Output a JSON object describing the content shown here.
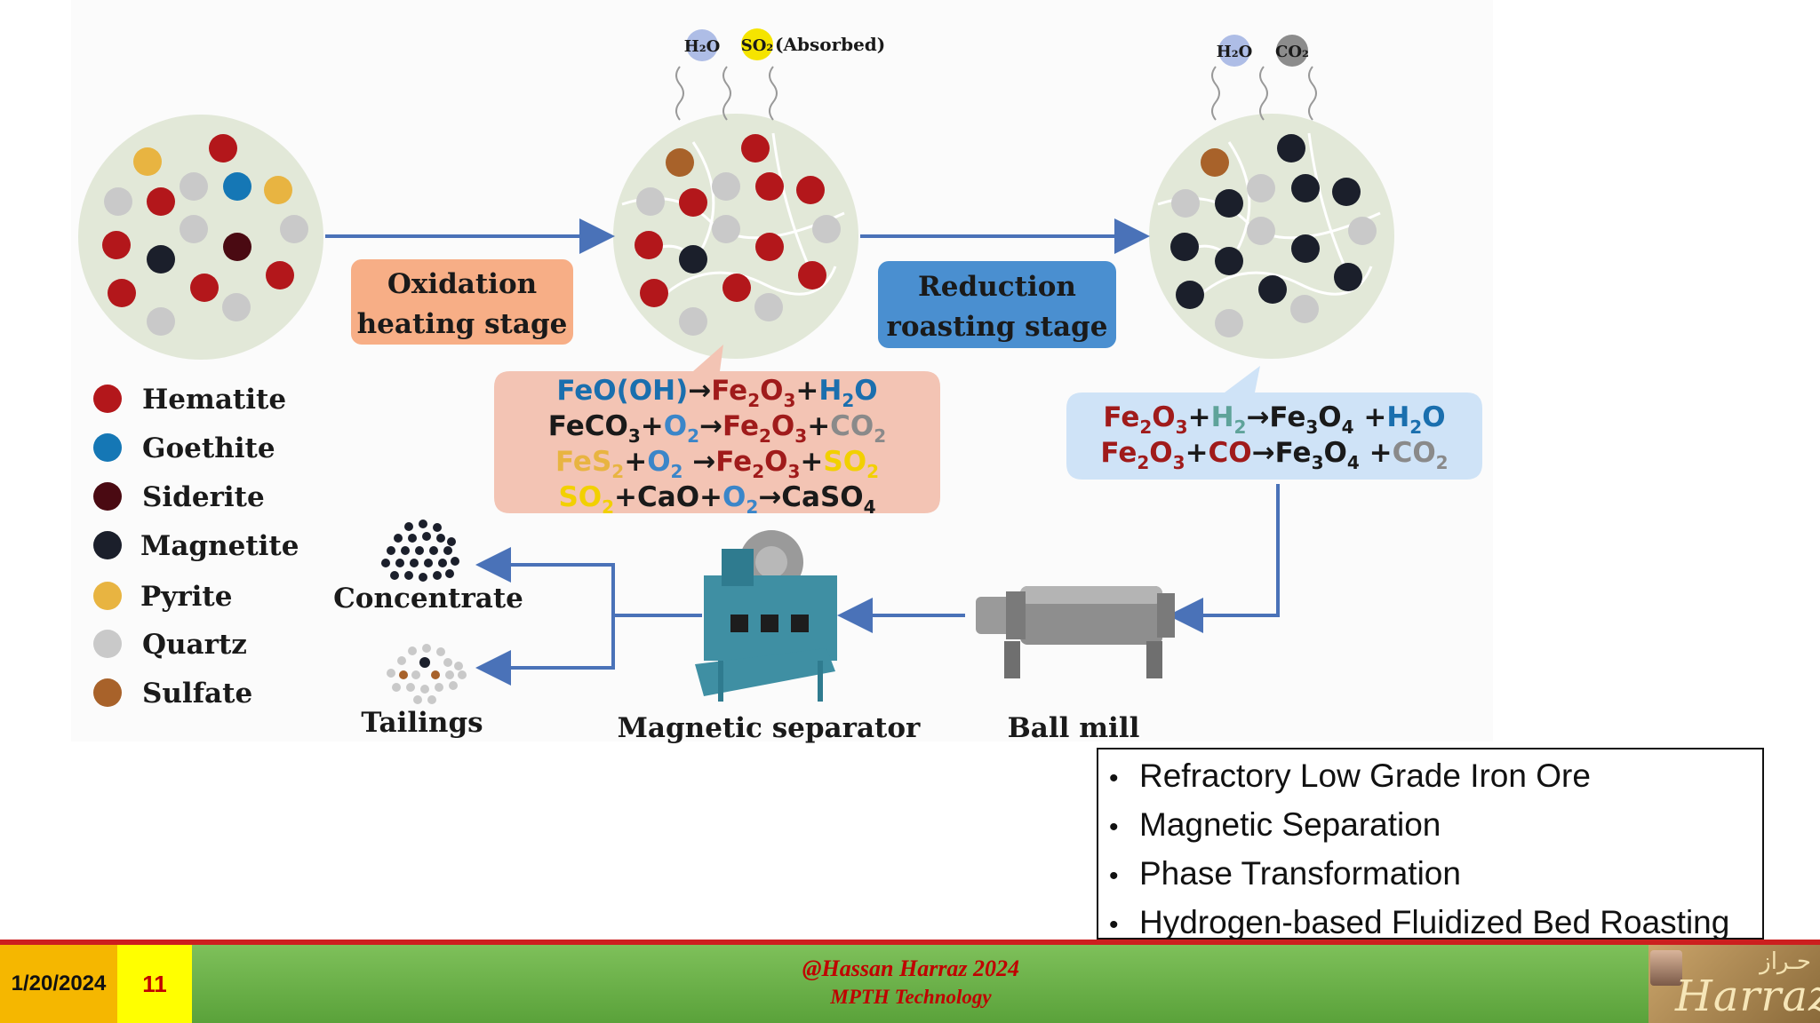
{
  "diagram": {
    "stages": {
      "oxidation": {
        "line1": "Oxidation",
        "line2": "heating stage"
      },
      "reduction": {
        "line1": "Reduction",
        "line2": "roasting stage"
      }
    },
    "gases_stage1": {
      "h2o": "H₂O",
      "so2": "SO₂",
      "absorbed": "(Absorbed)"
    },
    "gases_stage2": {
      "h2o": "H₂O",
      "co2": "CO₂"
    },
    "legend": [
      {
        "name": "Hematite",
        "color": "#b3171b"
      },
      {
        "name": "Goethite",
        "color": "#1577b5"
      },
      {
        "name": "Siderite",
        "color": "#4a0a12"
      },
      {
        "name": "Magnetite",
        "color": "#1b1f2b"
      },
      {
        "name": "Pyrite",
        "color": "#e8b441"
      },
      {
        "name": "Quartz",
        "color": "#c9c9c9"
      },
      {
        "name": "Sulfate",
        "color": "#a8622a"
      }
    ],
    "equations_oxidation": [
      "FeO(OH)→Fe₂O₃+H₂O",
      "FeCO₃+O₂→Fe₂O₃+CO₂",
      "FeS₂+O₂ →Fe₂O₃+SO₂",
      "SO₂+CaO+O₂→CaSO₄"
    ],
    "equations_reduction": [
      "Fe₂O₃+H₂→Fe₃O₄ +H₂O",
      "Fe₂O₃+CO→Fe₃O₄ +CO₂"
    ],
    "equipment": {
      "ball_mill": "Ball mill",
      "magnetic_separator": "Magnetic separator",
      "concentrate": "Concentrate",
      "tailings": "Tailings"
    },
    "colors": {
      "arrow": "#4a72b8",
      "particle_bg": "#e2e8d8",
      "oxidation_box": "#f7ae86",
      "reduction_box": "#4a8fd0",
      "eq_box_ox": "#f3c4b4",
      "eq_box_red": "#cfe3f7"
    }
  },
  "bullets": [
    "Refractory Low Grade Iron Ore",
    "Magnetic Separation",
    "Phase Transformation",
    "Hydrogen-based Fluidized Bed Roasting"
  ],
  "footer": {
    "date": "1/20/2024",
    "page": "11",
    "author": "@Hassan Harraz 2024",
    "subtitle": "MPTH Technology",
    "logo_arabic": "حـراز",
    "logo_latin": "Harraz"
  }
}
